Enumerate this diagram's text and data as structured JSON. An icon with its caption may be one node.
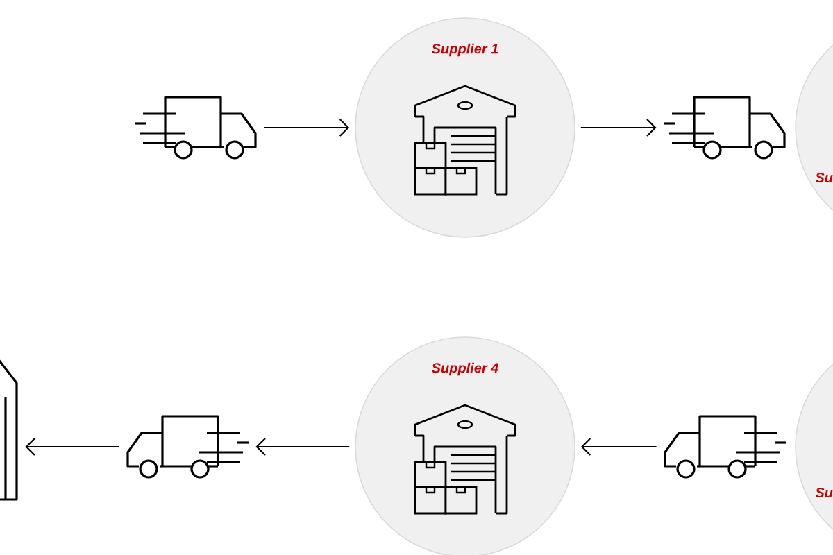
{
  "diagram": {
    "nodes": [
      {
        "text": [],
        "shape": "truck"
      },
      {
        "text": [
          "Supplier 1"
        ]
      },
      {
        "text": [],
        "shape": "truck"
      },
      {
        "text": [
          "Su"
        ]
      },
      {
        "text": [
          "Su"
        ]
      },
      {
        "text": [],
        "shape": "truck"
      },
      {
        "text": [
          "Supplier 4"
        ]
      },
      {
        "text": [],
        "shape": "truck"
      },
      {
        "text": [],
        "shape": "building"
      }
    ],
    "edges": [
      {
        "from": 0,
        "to": 1,
        "arrow": "to"
      },
      {
        "from": 1,
        "to": 2,
        "arrow": "to"
      },
      {
        "from": 5,
        "to": 6,
        "arrow": "to"
      },
      {
        "from": 6,
        "to": 7,
        "arrow": "to"
      },
      {
        "from": 7,
        "to": 8,
        "arrow": "to"
      }
    ]
  }
}
